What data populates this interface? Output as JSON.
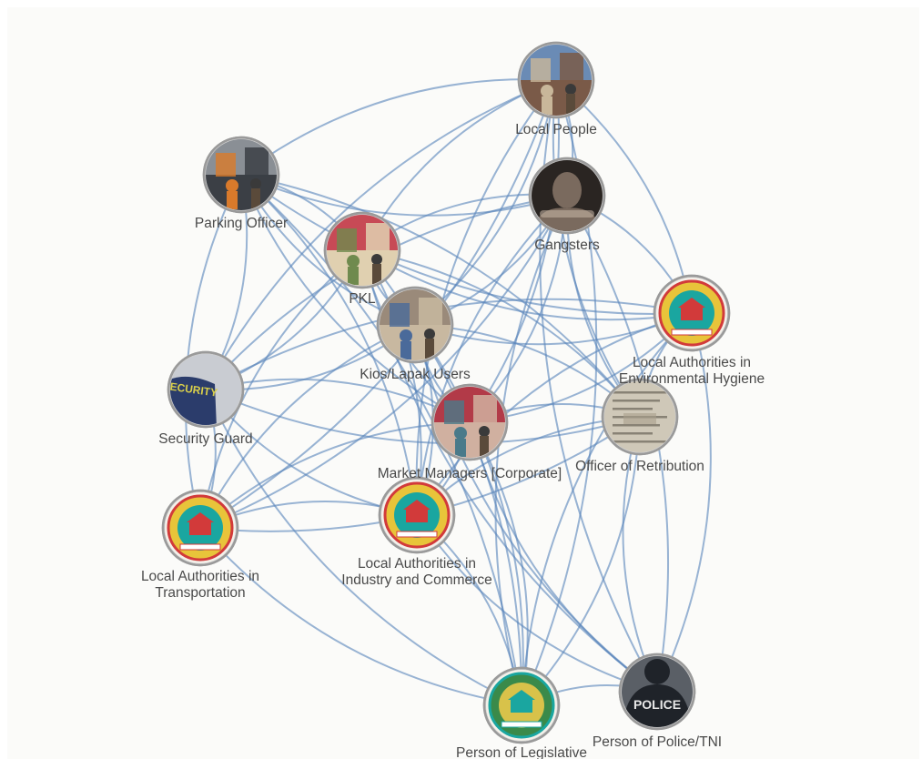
{
  "diagram": {
    "type": "network-graph",
    "edge_color": "#5b86bb",
    "node_ring_color": "#9a9a9a",
    "label_color": "#4a4a4a",
    "nodes": [
      {
        "id": "local-people",
        "label": [
          "Local People"
        ],
        "icon": "street-market-crowd-photo",
        "colors": [
          "#6a8bb5",
          "#c9b79a",
          "#7a5a48"
        ]
      },
      {
        "id": "parking-officer",
        "label": [
          "Parking Officer"
        ],
        "icon": "parking-attendant-photo",
        "colors": [
          "#8a8f95",
          "#d97a2b",
          "#3b3f45"
        ]
      },
      {
        "id": "gangsters",
        "label": [
          "Gangsters"
        ],
        "icon": "tattooed-man-photo",
        "colors": [
          "#2a2522",
          "#7a6a5e",
          "#c8b8a8"
        ]
      },
      {
        "id": "pkl",
        "label": [
          "PKL"
        ],
        "icon": "street-vendor-stall-photo",
        "colors": [
          "#c74a56",
          "#6f8a4e",
          "#e0d0b0"
        ]
      },
      {
        "id": "local-authorities-env",
        "label": [
          "Local Authorities in",
          "Environmental Hygiene"
        ],
        "icon": "government-seal",
        "colors": [
          "#1aa6a0",
          "#d23a3a",
          "#e8c43a"
        ]
      },
      {
        "id": "kios-lapak-users",
        "label": [
          "Kios/Lapak Users"
        ],
        "icon": "market-vendor-photo",
        "colors": [
          "#9a8a7a",
          "#4a6a9a",
          "#c8b8a0"
        ]
      },
      {
        "id": "security-guard",
        "label": [
          "Security Guard"
        ],
        "icon": "security-uniform-photo",
        "colors": [
          "#2b3c6b",
          "#d9cf4a",
          "#c9ccd2"
        ]
      },
      {
        "id": "market-managers",
        "label": [
          "Market Managers [Corporate]"
        ],
        "icon": "market-building-photo",
        "colors": [
          "#b23a48",
          "#4a7a8a",
          "#d0b0a0"
        ]
      },
      {
        "id": "officer-retribution",
        "label": [
          "Officer of Retribution"
        ],
        "icon": "retribution-ticket",
        "colors": [
          "#cfc8b8",
          "#6a6458",
          "#a89e8a"
        ]
      },
      {
        "id": "local-authorities-transport",
        "label": [
          "Local Authorities in",
          "Transportation"
        ],
        "icon": "government-seal",
        "colors": [
          "#1aa6a0",
          "#d23a3a",
          "#e8c43a"
        ]
      },
      {
        "id": "local-authorities-industry",
        "label": [
          "Local Authorities in",
          "Industry and Commerce"
        ],
        "icon": "government-seal",
        "colors": [
          "#1aa6a0",
          "#d23a3a",
          "#e8c43a"
        ]
      },
      {
        "id": "person-legislative",
        "label": [
          "Person of Legislative"
        ],
        "icon": "legislative-seal",
        "colors": [
          "#d8c24a",
          "#1aa6a0",
          "#3a8a4a"
        ]
      },
      {
        "id": "person-police-tni",
        "label": [
          "Person of Police/TNI"
        ],
        "icon": "police-uniform-photo",
        "colors": [
          "#1f2329",
          "#e8e8e8",
          "#5a5f66"
        ]
      }
    ],
    "edges": [
      [
        "local-people",
        "parking-officer"
      ],
      [
        "local-people",
        "gangsters"
      ],
      [
        "local-people",
        "pkl"
      ],
      [
        "local-people",
        "kios-lapak-users"
      ],
      [
        "local-people",
        "security-guard"
      ],
      [
        "local-people",
        "market-managers"
      ],
      [
        "local-people",
        "officer-retribution"
      ],
      [
        "local-people",
        "local-authorities-env"
      ],
      [
        "local-people",
        "local-authorities-industry"
      ],
      [
        "local-people",
        "person-legislative"
      ],
      [
        "local-people",
        "person-police-tni"
      ],
      [
        "local-people",
        "local-authorities-transport"
      ],
      [
        "parking-officer",
        "gangsters"
      ],
      [
        "parking-officer",
        "pkl"
      ],
      [
        "parking-officer",
        "kios-lapak-users"
      ],
      [
        "parking-officer",
        "security-guard"
      ],
      [
        "parking-officer",
        "market-managers"
      ],
      [
        "parking-officer",
        "officer-retribution"
      ],
      [
        "parking-officer",
        "local-authorities-transport"
      ],
      [
        "parking-officer",
        "local-authorities-industry"
      ],
      [
        "parking-officer",
        "local-authorities-env"
      ],
      [
        "parking-officer",
        "person-legislative"
      ],
      [
        "gangsters",
        "pkl"
      ],
      [
        "gangsters",
        "kios-lapak-users"
      ],
      [
        "gangsters",
        "security-guard"
      ],
      [
        "gangsters",
        "market-managers"
      ],
      [
        "gangsters",
        "officer-retribution"
      ],
      [
        "gangsters",
        "local-authorities-env"
      ],
      [
        "gangsters",
        "local-authorities-industry"
      ],
      [
        "gangsters",
        "person-police-tni"
      ],
      [
        "gangsters",
        "person-legislative"
      ],
      [
        "gangsters",
        "local-authorities-transport"
      ],
      [
        "pkl",
        "kios-lapak-users"
      ],
      [
        "pkl",
        "security-guard"
      ],
      [
        "pkl",
        "market-managers"
      ],
      [
        "pkl",
        "officer-retribution"
      ],
      [
        "pkl",
        "local-authorities-env"
      ],
      [
        "pkl",
        "local-authorities-industry"
      ],
      [
        "pkl",
        "local-authorities-transport"
      ],
      [
        "pkl",
        "person-legislative"
      ],
      [
        "pkl",
        "person-police-tni"
      ],
      [
        "kios-lapak-users",
        "security-guard"
      ],
      [
        "kios-lapak-users",
        "market-managers"
      ],
      [
        "kios-lapak-users",
        "officer-retribution"
      ],
      [
        "kios-lapak-users",
        "local-authorities-env"
      ],
      [
        "kios-lapak-users",
        "local-authorities-industry"
      ],
      [
        "kios-lapak-users",
        "local-authorities-transport"
      ],
      [
        "kios-lapak-users",
        "person-legislative"
      ],
      [
        "kios-lapak-users",
        "person-police-tni"
      ],
      [
        "security-guard",
        "market-managers"
      ],
      [
        "security-guard",
        "officer-retribution"
      ],
      [
        "security-guard",
        "local-authorities-transport"
      ],
      [
        "security-guard",
        "local-authorities-industry"
      ],
      [
        "security-guard",
        "local-authorities-env"
      ],
      [
        "security-guard",
        "person-legislative"
      ],
      [
        "market-managers",
        "officer-retribution"
      ],
      [
        "market-managers",
        "local-authorities-env"
      ],
      [
        "market-managers",
        "local-authorities-industry"
      ],
      [
        "market-managers",
        "local-authorities-transport"
      ],
      [
        "market-managers",
        "person-legislative"
      ],
      [
        "market-managers",
        "person-police-tni"
      ],
      [
        "officer-retribution",
        "local-authorities-env"
      ],
      [
        "officer-retribution",
        "local-authorities-industry"
      ],
      [
        "officer-retribution",
        "person-legislative"
      ],
      [
        "officer-retribution",
        "person-police-tni"
      ],
      [
        "officer-retribution",
        "local-authorities-transport"
      ],
      [
        "local-authorities-env",
        "local-authorities-industry"
      ],
      [
        "local-authorities-env",
        "person-police-tni"
      ],
      [
        "local-authorities-env",
        "person-legislative"
      ],
      [
        "local-authorities-transport",
        "local-authorities-industry"
      ],
      [
        "local-authorities-transport",
        "person-legislative"
      ],
      [
        "local-authorities-industry",
        "person-legislative"
      ],
      [
        "local-authorities-industry",
        "person-police-tni"
      ],
      [
        "person-legislative",
        "person-police-tni"
      ]
    ]
  }
}
